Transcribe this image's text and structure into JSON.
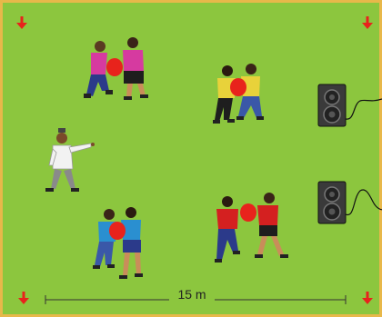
{
  "diagram": {
    "measure_label": "15 m",
    "colors": {
      "field": "#8cc63e",
      "border": "#e8b84a",
      "cone": "#e8231c",
      "balloon": "#e8231c",
      "team_pink": "#d63aa0",
      "team_yellow": "#e8d23a",
      "team_red": "#d42020",
      "team_blue": "#2a8fd0",
      "shorts_navy": "#2b3a8a",
      "speaker": "#3a3a3a",
      "coach_shirt": "#f2f2f2"
    },
    "pairs": [
      "pink",
      "yellow",
      "blue",
      "red"
    ],
    "speakers": 2,
    "cones": 4
  }
}
